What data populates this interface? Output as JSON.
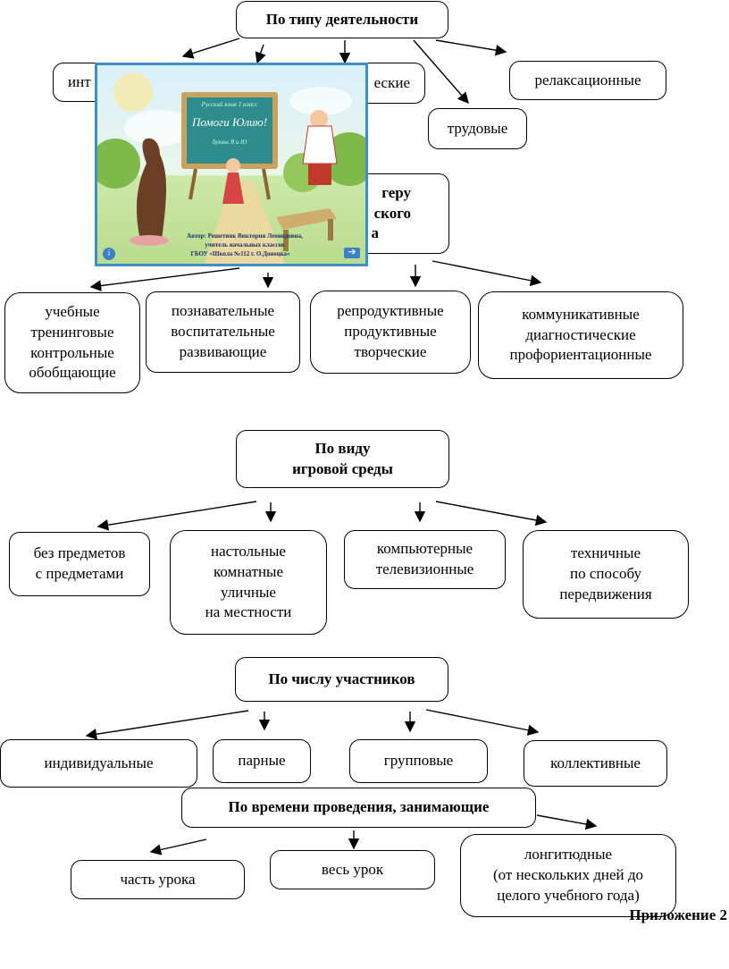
{
  "sections": {
    "activity": {
      "title": "По типу деятельности",
      "items": [
        "инт",
        "еские",
        "трудовые",
        "релаксационные"
      ]
    },
    "character": {
      "title_fragments": [
        "геру",
        "ского",
        "а"
      ],
      "items": [
        "учебные\nтренинговые\nконтрольные\nобобщающие",
        "познавательные\nвоспитательные\nразвивающие",
        "репродуктивные\nпродуктивные\nтворческие",
        "коммуникативные\nдиагностические\nпрофориентационные"
      ]
    },
    "environment": {
      "title": "По виду\nигровой среды",
      "items": [
        "без предметов\nс предметами",
        "настольные\nкомнатные\nуличные\nна местности",
        "компьютерные\nтелевизионные",
        "техничные\nпо способу\nпередвижения"
      ]
    },
    "participants": {
      "title": "По числу участников",
      "items": [
        "индивидуальные",
        "парные",
        "групповые",
        "коллективные"
      ]
    },
    "time": {
      "title": "По времени проведения, занимающие",
      "items": [
        "часть урока",
        "весь урок",
        "лонгитюдные\n(от нескольких дней до\nцелого учебного года)"
      ]
    }
  },
  "slide": {
    "board_title": "Помоги Юлию!",
    "board_line1": "Русский язык 1 класс",
    "board_line2": "Буквы Я и Ю",
    "author": "Автор: Решетняк Виктория Леонидовна,",
    "author2": "учитель начальных классов",
    "school": "ГБОУ «Школа №112 г. О.Донецка»",
    "info_icon": "info-icon",
    "next_icon": "next-arrow-icon"
  },
  "appendix": "Приложение 2"
}
